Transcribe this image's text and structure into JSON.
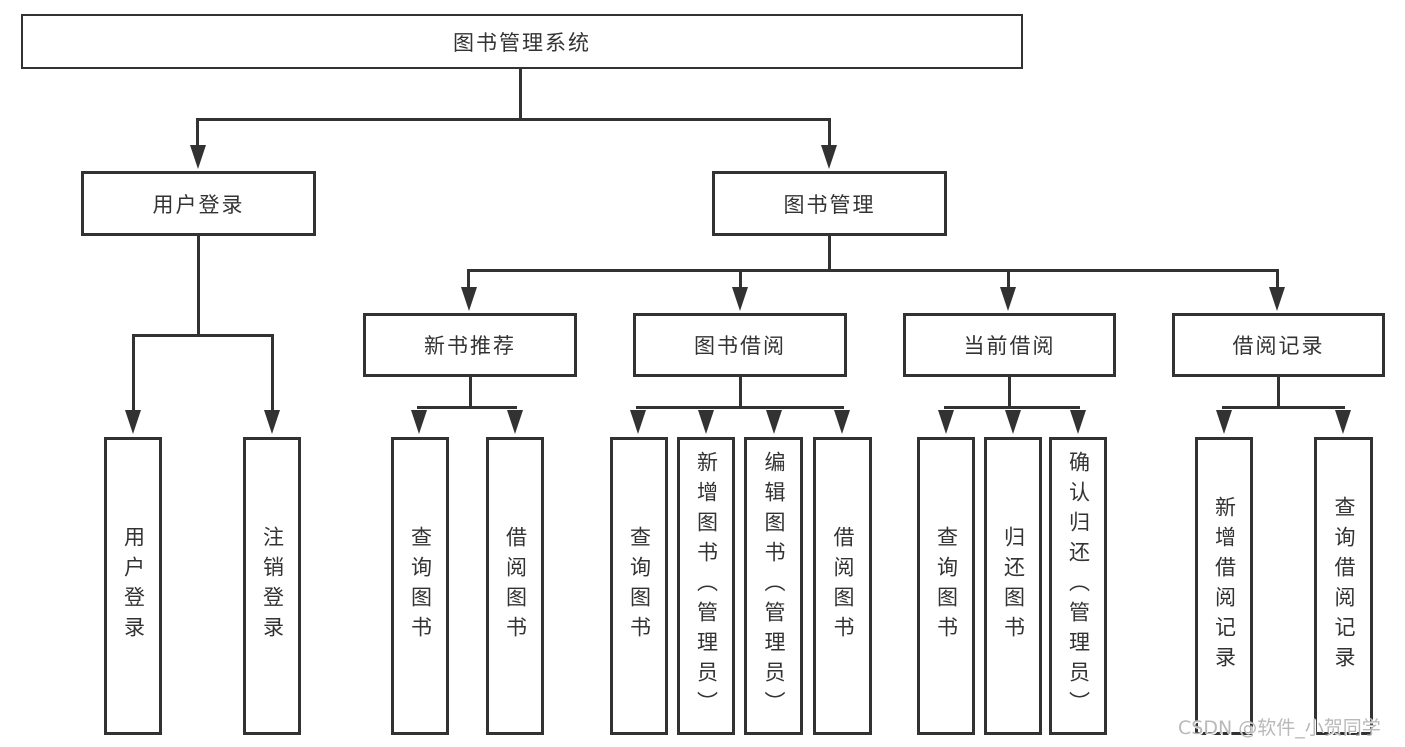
{
  "colors": {
    "line": "#323232",
    "text": "#333333",
    "watermark": "#b9b9b9"
  },
  "watermark": "CSDN @软件_小贺同学",
  "tree": {
    "root": {
      "label": "图书管理系统"
    },
    "level1": [
      {
        "label": "用户登录",
        "children": [
          {
            "label": "用户登录"
          },
          {
            "label": "注销登录"
          }
        ]
      },
      {
        "label": "图书管理",
        "children": [
          {
            "label": "新书推荐",
            "children": [
              {
                "label": "查询图书"
              },
              {
                "label": "借阅图书"
              }
            ]
          },
          {
            "label": "图书借阅",
            "children": [
              {
                "label": "查询图书"
              },
              {
                "label": "新增图书（管理员）"
              },
              {
                "label": "编辑图书（管理员）"
              },
              {
                "label": "借阅图书"
              }
            ]
          },
          {
            "label": "当前借阅",
            "children": [
              {
                "label": "查询图书"
              },
              {
                "label": "归还图书"
              },
              {
                "label": "确认归还（管理员）"
              }
            ]
          },
          {
            "label": "借阅记录",
            "children": [
              {
                "label": "新增借阅记录"
              },
              {
                "label": "查询借阅记录"
              }
            ]
          }
        ]
      }
    ]
  }
}
